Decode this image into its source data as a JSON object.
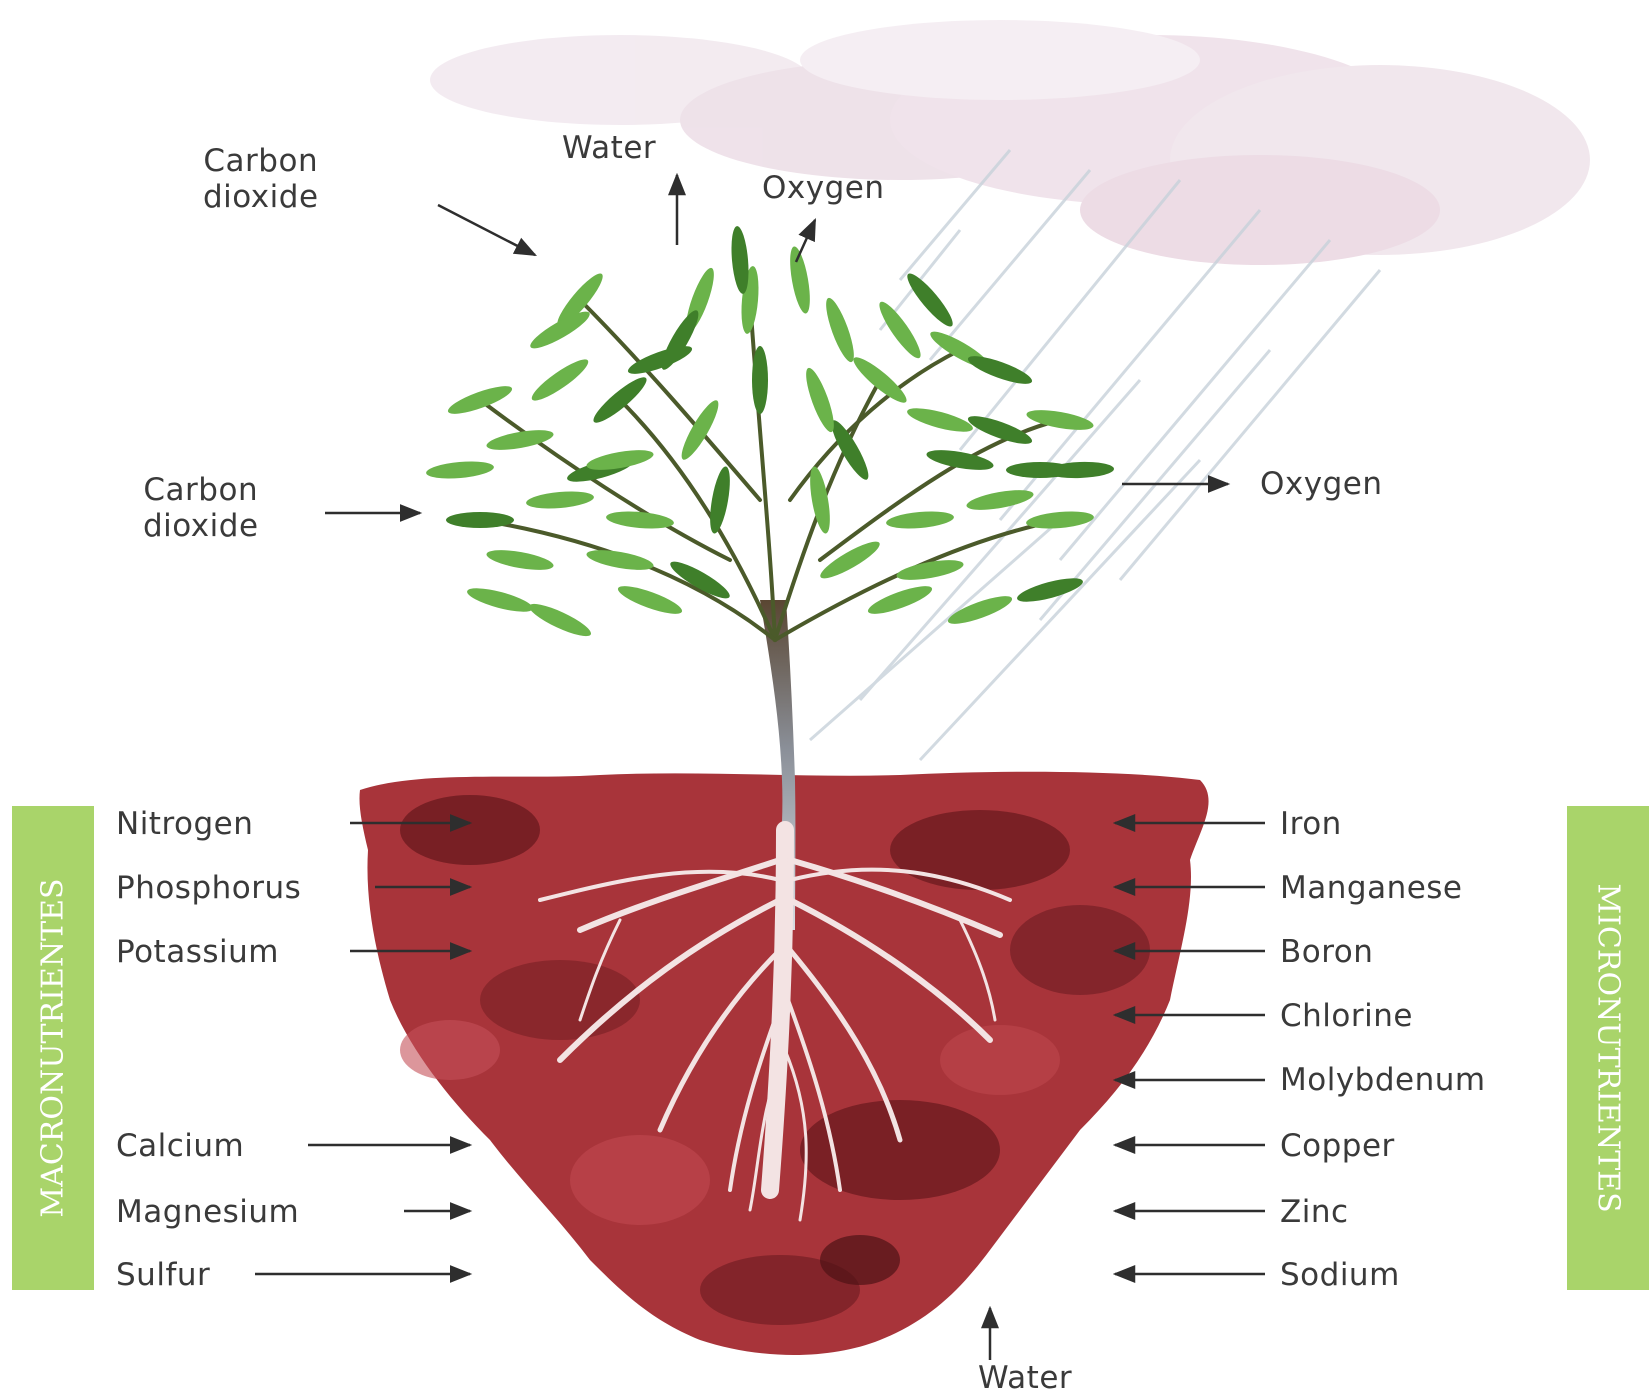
{
  "colors": {
    "leaf": "#6bb34a",
    "leaf_dark": "#3f7f2a",
    "soil": "#a8343a",
    "soil_dark": "#6b1a1f",
    "roots": "#f2dede",
    "cloud": "#efe3ec",
    "rain": "#c9d4dc",
    "bar": "#a9d46a",
    "text": "#3a3a3a"
  },
  "air_inputs": {
    "co2_top": "Carbon\ndioxide",
    "co2_left": "Carbon\ndioxide",
    "water_up": "Water",
    "oxygen_top": "Oxygen",
    "oxygen_right": "Oxygen"
  },
  "macronutrients": {
    "bar_label": "MACRONUTRIENTES",
    "items": [
      "Nitrogen",
      "Phosphorus",
      "Potassium",
      "Calcium",
      "Magnesium",
      "Sulfur"
    ]
  },
  "micronutrients": {
    "bar_label": "MICRONUTRIENTES",
    "items": [
      "Iron",
      "Manganese",
      "Boron",
      "Chlorine",
      "Molybdenum",
      "Copper",
      "Zinc",
      "Sodium"
    ]
  },
  "soil_water": "Water"
}
